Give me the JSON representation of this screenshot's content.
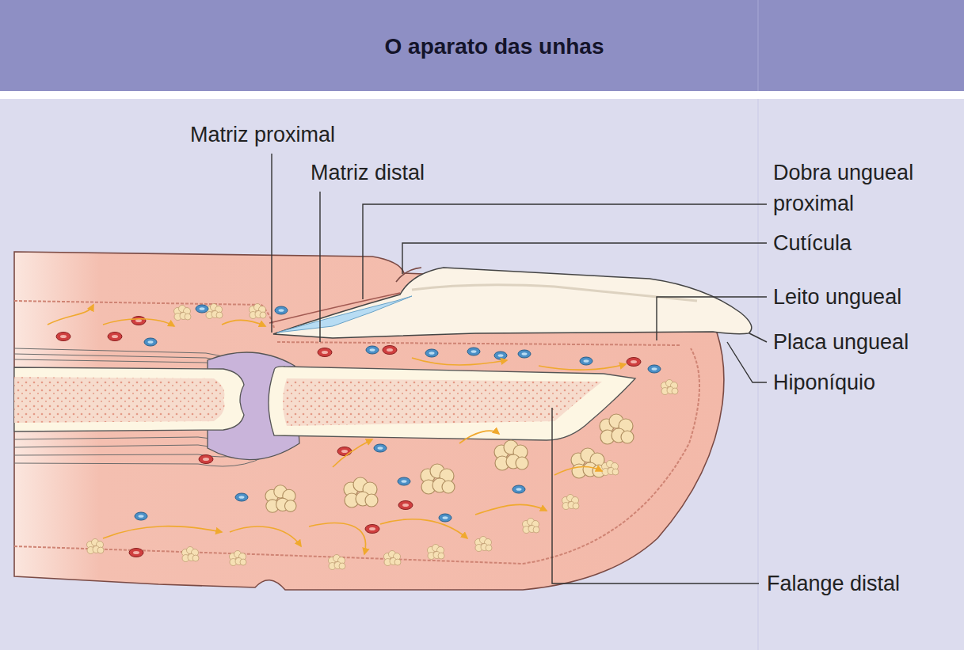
{
  "diagram": {
    "title": "O aparato das unhas",
    "labels": [
      "Matriz proximal",
      "Matriz distal",
      "Dobra ungueal proximal",
      "Cutícula",
      "Leito ungueal",
      "Placa ungueal",
      "Hiponíquio",
      "Falange distal"
    ]
  }
}
